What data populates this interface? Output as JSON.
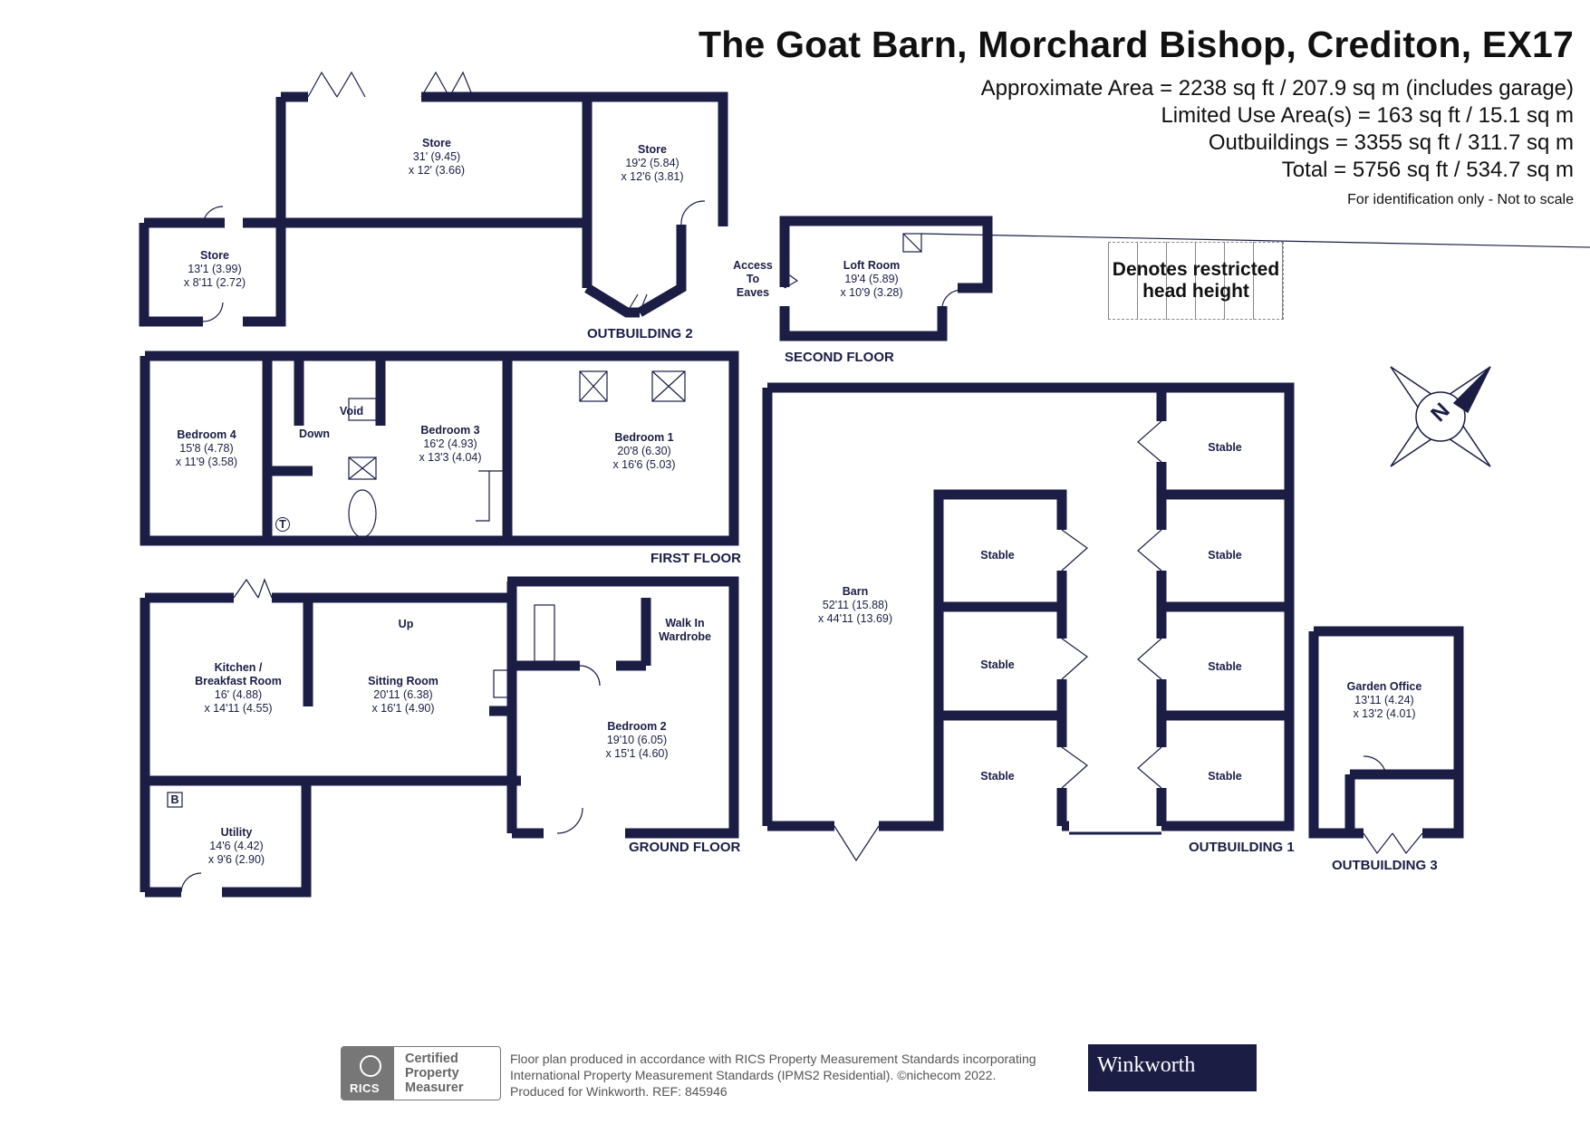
{
  "header": {
    "title": "The Goat Barn, Morchard Bishop, Crediton, EX17",
    "areas": [
      "Approximate Area = 2238 sq ft / 207.9 sq m (includes garage)",
      "Limited Use Area(s) = 163 sq ft / 15.1 sq m",
      "Outbuildings = 3355 sq ft / 311.7 sq m",
      "Total = 5756 sq ft / 534.7 sq m"
    ],
    "note": "For identification only - Not to scale"
  },
  "legend": {
    "text": "Denotes restricted head height"
  },
  "floors": {
    "outbuilding2": "OUTBUILDING 2",
    "second": "SECOND FLOOR",
    "first": "FIRST FLOOR",
    "ground": "GROUND FLOOR",
    "outbuilding1": "OUTBUILDING 1",
    "outbuilding3": "OUTBUILDING 3"
  },
  "rooms": {
    "store_big": {
      "name": "Store",
      "d1": "31' (9.45)",
      "d2": "x 12' (3.66)"
    },
    "store_right": {
      "name": "Store",
      "d1": "19'2 (5.84)",
      "d2": "x 12'6 (3.81)"
    },
    "store_small": {
      "name": "Store",
      "d1": "13'1 (3.99)",
      "d2": "x 8'11 (2.72)"
    },
    "loft": {
      "name": "Loft Room",
      "d1": "19'4 (5.89)",
      "d2": "x 10'9 (3.28)"
    },
    "access_eaves": {
      "l1": "Access",
      "l2": "To",
      "l3": "Eaves"
    },
    "bedroom4": {
      "name": "Bedroom 4",
      "d1": "15'8 (4.78)",
      "d2": "x 11'9 (3.58)"
    },
    "bedroom3": {
      "name": "Bedroom 3",
      "d1": "16'2 (4.93)",
      "d2": "x 13'3 (4.04)"
    },
    "bedroom1": {
      "name": "Bedroom 1",
      "d1": "20'8 (6.30)",
      "d2": "x 16'6 (5.03)"
    },
    "void": "Void",
    "down": "Down",
    "up": "Up",
    "kitchen": {
      "n1": "Kitchen /",
      "n2": "Breakfast Room",
      "d1": "16' (4.88)",
      "d2": "x 14'11 (4.55)"
    },
    "sitting": {
      "name": "Sitting Room",
      "d1": "20'11 (6.38)",
      "d2": "x 16'1 (4.90)"
    },
    "walkin": {
      "n1": "Walk In",
      "n2": "Wardrobe"
    },
    "bedroom2": {
      "name": "Bedroom 2",
      "d1": "19'10 (6.05)",
      "d2": "x 15'1 (4.60)"
    },
    "utility": {
      "name": "Utility",
      "d1": "14'6 (4.42)",
      "d2": "x 9'6 (2.90)"
    },
    "boiler": "B",
    "tank": "T",
    "barn": {
      "name": "Barn",
      "d1": "52'11 (15.88)",
      "d2": "x 44'11 (13.69)"
    },
    "stable": "Stable",
    "garden_office": {
      "name": "Garden Office",
      "d1": "13'11 (4.24)",
      "d2": "x 13'2 (4.01)"
    }
  },
  "compass": {
    "label": "N"
  },
  "footer": {
    "lines": [
      "Floor plan produced in accordance with RICS Property Measurement Standards incorporating",
      "International Property Measurement Standards (IPMS2 Residential).  ©nichecom 2022.",
      "Produced for Winkworth.   REF: 845946"
    ],
    "rics_word": "RICS",
    "cert_lines": [
      "Certified",
      "Property",
      "Measurer"
    ],
    "brand": "Winkworth"
  },
  "colors": {
    "wall": "#1b1d45",
    "text": "#1b1d45",
    "background": "#ffffff"
  }
}
